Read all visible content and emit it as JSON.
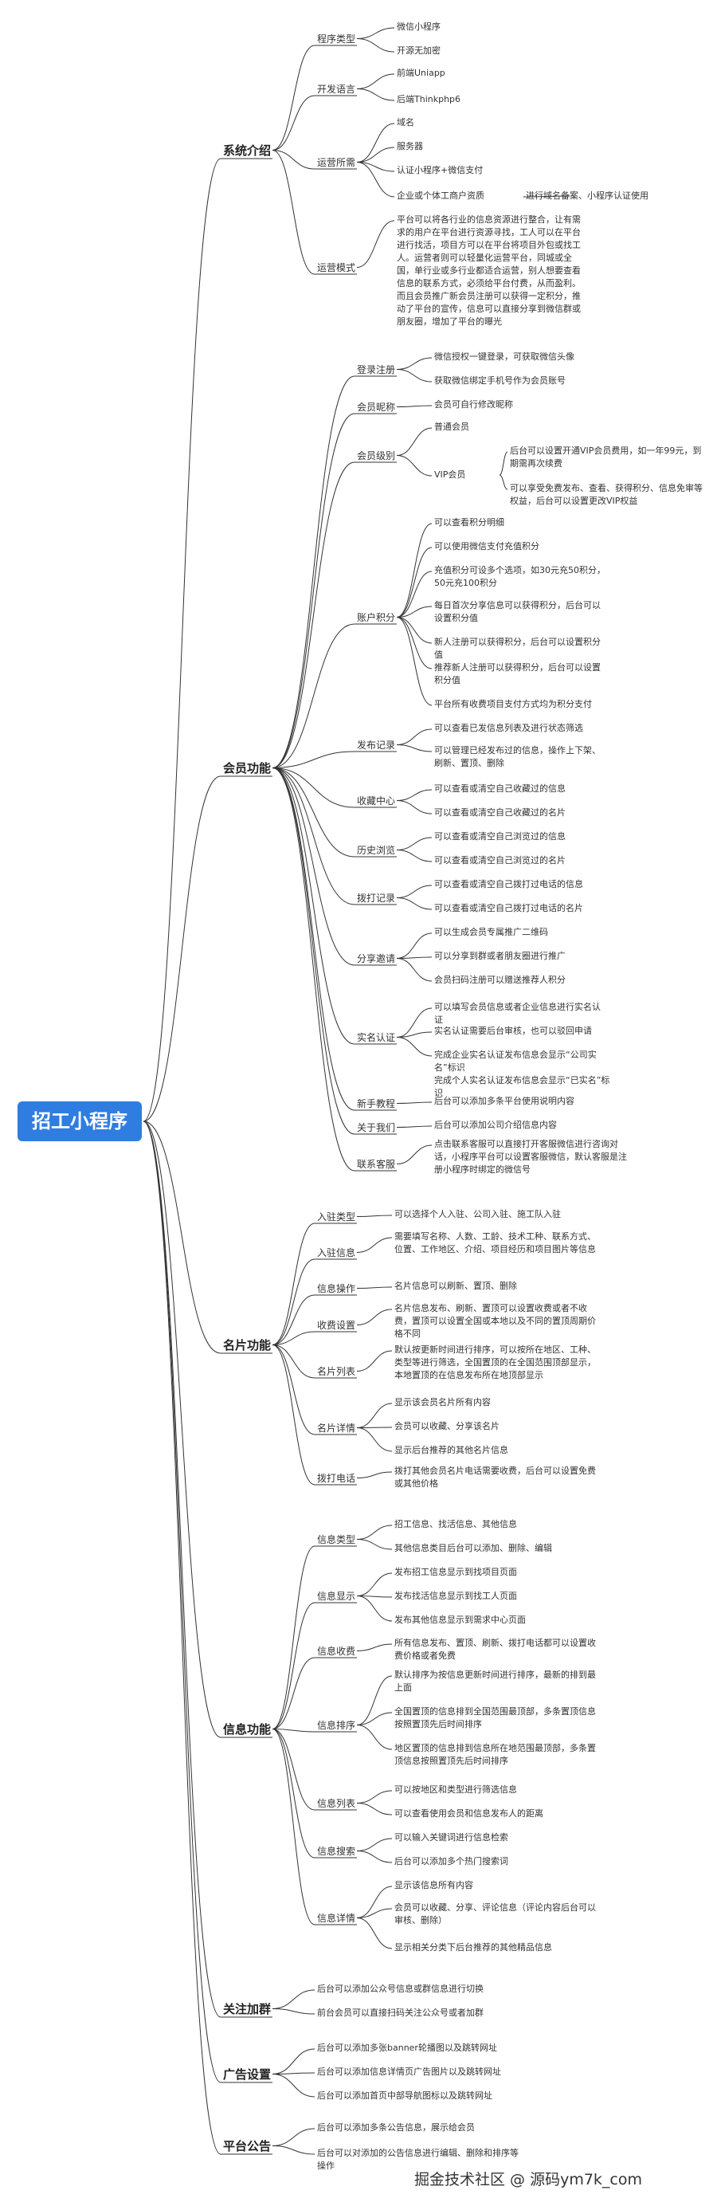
{
  "root": "招工小程序",
  "sections": {
    "s1": {
      "title": "系统介绍",
      "c1": {
        "label": "程序类型",
        "items": [
          "微信小程序",
          "开源无加密"
        ]
      },
      "c2": {
        "label": "开发语言",
        "items": [
          "前端Uniapp",
          "后端Thinkphp6"
        ]
      },
      "c3": {
        "label": "运营所需",
        "items": [
          "域名",
          "服务器",
          "认证小程序+微信支付",
          "企业或个体工商户资质"
        ],
        "sub": "进行域名备案、小程序认证使用"
      },
      "c4": {
        "label": "运营模式",
        "items": [
          "平台可以将各行业的信息资源进行整合，让有需求的用户在平台进行资源寻找，工人可以在平台进行找活，项目方可以在平台将项目外包或找工人。运营者则可以轻量化运营平台，同城或全国，单行业或多行业都适合运营，别人想要查看信息的联系方式，必须给平台付费，从而盈利。而且会员推广新会员注册可以获得一定积分，推动了平台的宣传，信息可以直接分享到微信群或朋友圈，增加了平台的曝光"
        ]
      }
    },
    "s2": {
      "title": "会员功能",
      "c1": {
        "label": "登录注册",
        "items": [
          "微信授权一键登录，可获取微信头像",
          "获取微信绑定手机号作为会员账号"
        ]
      },
      "c2": {
        "label": "会员昵称",
        "items": [
          "会员可自行修改昵称"
        ]
      },
      "c3": {
        "label": "会员级别",
        "items": [
          "普通会员",
          "VIP会员"
        ],
        "vip": [
          "后台可以设置开通VIP会员费用，如一年99元，到期需再次续费",
          "可以享受免费发布、查看、获得积分、信息免审等权益，后台可以设置更改VIP权益"
        ]
      },
      "c4": {
        "label": "账户积分",
        "items": [
          "可以查看积分明细",
          "可以使用微信支付充值积分",
          "充值积分可设多个选项，如30元充50积分，50元充100积分",
          "每日首次分享信息可以获得积分，后台可以设置积分值",
          "新人注册可以获得积分，后台可以设置积分值",
          "推荐新人注册可以获得积分，后台可以设置积分值",
          "平台所有收费项目支付方式均为积分支付"
        ]
      },
      "c5": {
        "label": "发布记录",
        "items": [
          "可以查看已发信息列表及进行状态筛选",
          "可以管理已经发布过的信息，操作上下架、刷新、置顶、删除"
        ]
      },
      "c6": {
        "label": "收藏中心",
        "items": [
          "可以查看或清空自己收藏过的信息",
          "可以查看或清空自己收藏过的名片"
        ]
      },
      "c7": {
        "label": "历史浏览",
        "items": [
          "可以查看或清空自己浏览过的信息",
          "可以查看或清空自己浏览过的名片"
        ]
      },
      "c8": {
        "label": "拨打记录",
        "items": [
          "可以查看或清空自己拨打过电话的信息",
          "可以查看或清空自己拨打过电话的名片"
        ]
      },
      "c9": {
        "label": "分享邀请",
        "items": [
          "可以生成会员专属推广二维码",
          "可以分享到群或者朋友圈进行推广",
          "会员扫码注册可以赠送推荐人积分"
        ]
      },
      "c10": {
        "label": "实名认证",
        "items": [
          "可以填写会员信息或者企业信息进行实名认证",
          "实名认证需要后台审核，也可以驳回申请",
          "完成企业实名认证发布信息会显示“公司实名”标识\n完成个人实名认证发布信息会显示“已实名”标识"
        ]
      },
      "c11": {
        "label": "新手教程",
        "items": [
          "后台可以添加多条平台使用说明内容"
        ]
      },
      "c12": {
        "label": "关于我们",
        "items": [
          "后台可以添加公司介绍信息内容"
        ]
      },
      "c13": {
        "label": "联系客服",
        "items": [
          "点击联系客服可以直接打开客服微信进行咨询对话，小程序平台可以设置客服微信，默认客服是注册小程序时绑定的微信号"
        ]
      }
    },
    "s3": {
      "title": "名片功能",
      "c1": {
        "label": "入驻类型",
        "items": [
          "可以选择个人入驻、公司入驻、施工队入驻"
        ]
      },
      "c2": {
        "label": "入驻信息",
        "items": [
          "需要填写名称、人数、工龄、技术工种、联系方式、位置、工作地区、介绍、项目经历和项目图片等信息"
        ]
      },
      "c3": {
        "label": "信息操作",
        "items": [
          "名片信息可以刷新、置顶、删除"
        ]
      },
      "c4": {
        "label": "收费设置",
        "items": [
          "名片信息发布、刷新、置顶可以设置收费或者不收费，置顶可以设置全国或本地以及不同的置顶周期价格不同"
        ]
      },
      "c5": {
        "label": "名片列表",
        "items": [
          "默认按更新时间进行排序，可以按所在地区、工种、类型等进行筛选，全国置顶的在全国范围顶部显示，本地置顶的在信息发布所在地顶部显示"
        ]
      },
      "c6": {
        "label": "名片详情",
        "items": [
          "显示该会员名片所有内容",
          "会员可以收藏、分享该名片",
          "显示后台推荐的其他名片信息"
        ]
      },
      "c7": {
        "label": "拨打电话",
        "items": [
          "拨打其他会员名片电话需要收费，后台可以设置免费或其他价格"
        ]
      }
    },
    "s4": {
      "title": "信息功能",
      "c1": {
        "label": "信息类型",
        "items": [
          "招工信息、找活信息、其他信息",
          "其他信息类目后台可以添加、删除、编辑"
        ]
      },
      "c2": {
        "label": "信息显示",
        "items": [
          "发布招工信息显示到找项目页面",
          "发布找活信息显示到找工人页面",
          "发布其他信息显示到需求中心页面"
        ]
      },
      "c3": {
        "label": "信息收费",
        "items": [
          "所有信息发布、置顶、刷新、拨打电话都可以设置收费价格或者免费"
        ]
      },
      "c4": {
        "label": "信息排序",
        "items": [
          "默认排序为按信息更新时间进行排序，最新的排到最上面",
          "全国置顶的信息排到全国范围最顶部，多条置顶信息按照置顶先后时间排序",
          "地区置顶的信息排到信息所在地范围最顶部，多条置顶信息按照置顶先后时间排序"
        ]
      },
      "c5": {
        "label": "信息列表",
        "items": [
          "可以按地区和类型进行筛选信息",
          "可以查看使用会员和信息发布人的距离"
        ]
      },
      "c6": {
        "label": "信息搜索",
        "items": [
          "可以输入关键词进行信息检索",
          "后台可以添加多个热门搜索词"
        ]
      },
      "c7": {
        "label": "信息详情",
        "items": [
          "显示该信息所有内容",
          "会员可以收藏、分享、评论信息（评论内容后台可以审核、删除）",
          "显示相关分类下后台推荐的其他精品信息"
        ]
      }
    },
    "s5": {
      "title": "关注加群",
      "items": [
        "后台可以添加公众号信息或群信息进行切换",
        "前台会员可以直接扫码关注公众号或者加群"
      ]
    },
    "s6": {
      "title": "广告设置",
      "items": [
        "后台可以添加多张banner轮播图以及跳转网址",
        "后台可以添加信息详情页广告图片以及跳转网址",
        "后台可以添加首页中部导航图标以及跳转网址"
      ]
    },
    "s7": {
      "title": "平台公告",
      "items": [
        "后台可以添加多条公告信息，展示给会员",
        "后台可以对添加的公告信息进行编辑、删除和排序等操作"
      ]
    }
  },
  "watermark": "掘金技术社区 @ 源码ym7k_com"
}
